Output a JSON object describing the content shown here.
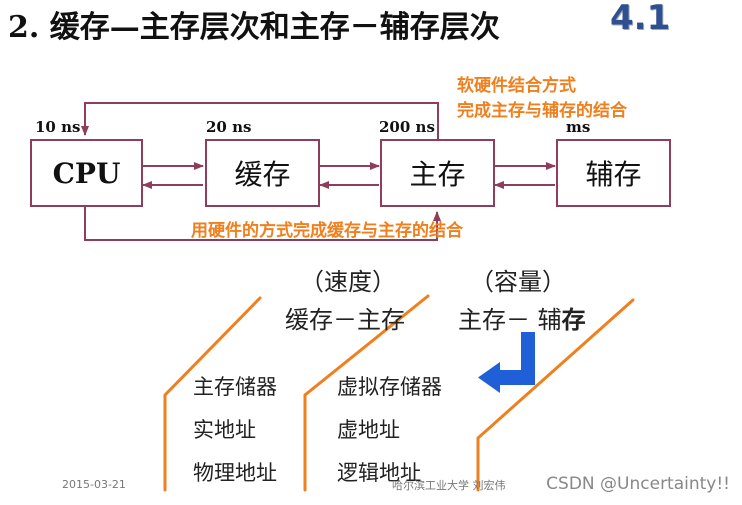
{
  "title": "2. 缓存—主存层次和主存－辅存层次",
  "badge": "4.1",
  "notes": {
    "software_line1": "软硬件结合方式",
    "software_line2": "完成主存与辅存的结合",
    "hardware": "用硬件的方式完成缓存与主存的结合"
  },
  "boxes": {
    "cpu": "CPU",
    "cache": "缓存",
    "main": "主存",
    "aux": "辅存"
  },
  "times": {
    "cpu": "10 ns",
    "cache": "20 ns",
    "main": "200 ns",
    "aux": "ms"
  },
  "labels": {
    "speed": "（速度）",
    "capacity": "（容量）",
    "pair1": "缓存－主存",
    "pair2_a": "主存",
    "pair2_b": "－ 辅",
    "pair2_c": "存"
  },
  "col1": [
    "主存储器",
    "实地址",
    "物理地址"
  ],
  "col2": [
    "虚拟存储器",
    "虚地址",
    "逻辑地址"
  ],
  "footer": {
    "date": "2015-03-21",
    "school": "哈尔滨工业大学  刘宏伟",
    "watermark": "CSDN @Uncertainty!!"
  },
  "colors": {
    "arrow": "#8e3e5c",
    "orange": "#f07f1e",
    "blue": "#1f5fd8"
  }
}
